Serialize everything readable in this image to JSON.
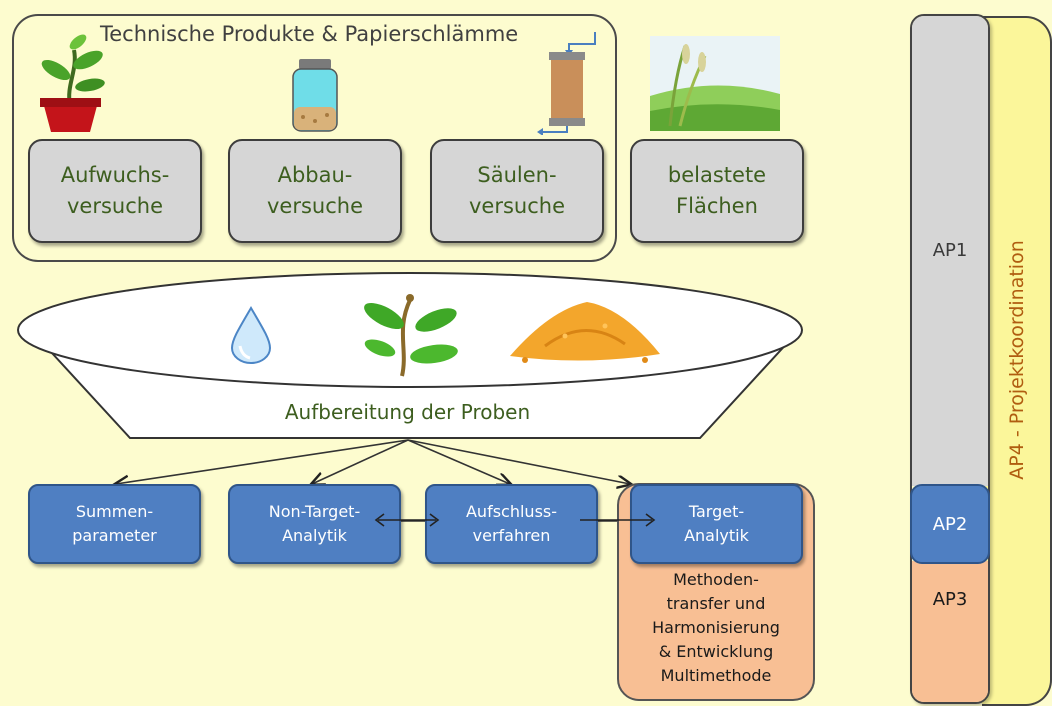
{
  "group_title": "Technische Produkte & Papierschlämme",
  "experiments": [
    {
      "label": "Aufwuchs-\nversuche",
      "icon": "potted-plant-icon"
    },
    {
      "label": "Abbau-\nversuche",
      "icon": "jar-icon"
    },
    {
      "label": "Säulen-\nversuche",
      "icon": "column-icon"
    },
    {
      "label": "belastete\nFlächen",
      "icon": "field-icon"
    }
  ],
  "sample_prep": {
    "label": "Aufbereitung der Proben",
    "icons": [
      "water-drop-icon",
      "plant-sprout-icon",
      "soil-pile-icon"
    ]
  },
  "analytics": [
    {
      "label": "Summen-\nparameter"
    },
    {
      "label": "Non-Target-\nAnalytik"
    },
    {
      "label": "Aufschluss-\nverfahren"
    },
    {
      "label": "Target-\nAnalytik"
    }
  ],
  "method_note": "Methoden-\ntransfer und\nHarmonisierung\n& Entwicklung\nMultimethode",
  "work_packages": {
    "ap1": "AP1",
    "ap2": "AP2",
    "ap3": "AP3",
    "ap4": "AP4 - Projektkoordination"
  },
  "colors": {
    "background": "#fdfccf",
    "grey_box": "#d6d6d6",
    "blue_box": "#4f7fc2",
    "orange_box": "#f8bf94",
    "yellow_bar": "#fbf69a",
    "green_text": "#3d5e1f"
  }
}
